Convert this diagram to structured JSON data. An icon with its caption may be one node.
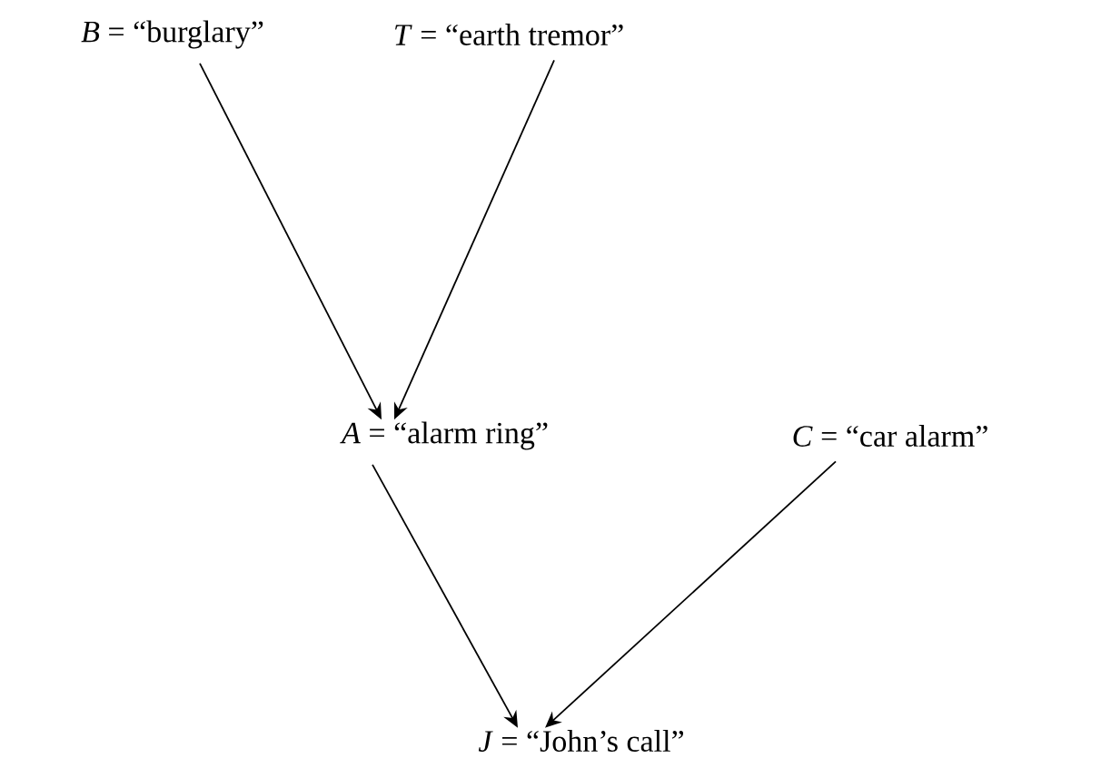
{
  "diagram": {
    "nodes": [
      {
        "text": [
          "*B* = “burglary”"
        ]
      },
      {
        "text": [
          "*T* = “earth tremor”"
        ]
      },
      {
        "text": [
          "*A* = “alarm ring”"
        ]
      },
      {
        "text": [
          "*C* = “car alarm”"
        ]
      },
      {
        "text": [
          "*J* = “John’s call”"
        ]
      }
    ],
    "edges": [
      {
        "from": 0,
        "to": 2,
        "arrow": "to"
      },
      {
        "from": 1,
        "to": 2,
        "arrow": "to"
      },
      {
        "from": 2,
        "to": 4,
        "arrow": "to"
      },
      {
        "from": 3,
        "to": 4,
        "arrow": "to"
      }
    ]
  }
}
